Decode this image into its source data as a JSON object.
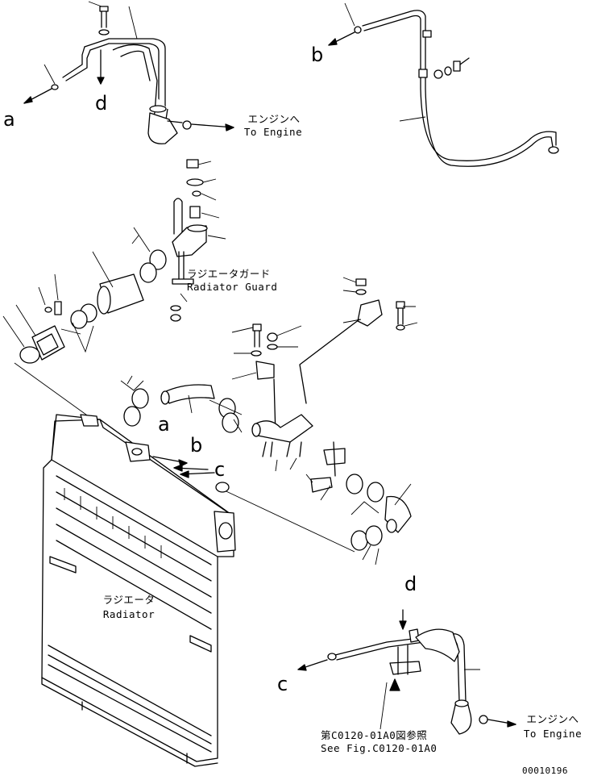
{
  "labels": {
    "a_top": "a",
    "d_top": "d",
    "b_top": "b",
    "engine_jp_top": "エンジンへ",
    "engine_en_top": "To Engine",
    "guard_jp": "ラジエータガード",
    "guard_en": "Radiator Guard",
    "a_mid": "a",
    "b_mid": "b",
    "c_mid": "c",
    "radiator_jp": "ラジエータ",
    "radiator_en": "Radiator",
    "d_bottom": "d",
    "c_bottom": "c",
    "engine_jp_bottom": "エンジンへ",
    "engine_en_bottom": "To Engine",
    "see_fig_jp": "第C0120-01A0図参照",
    "see_fig_en": "See Fig.C0120-01A0",
    "drawing_no": "00010196"
  }
}
